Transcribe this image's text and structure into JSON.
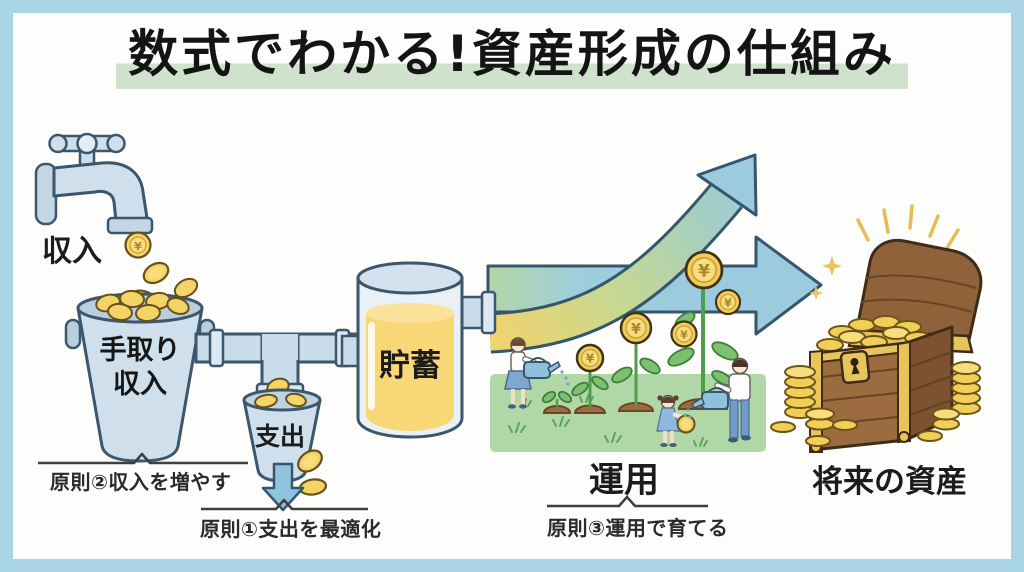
{
  "title": "数式でわかる!資産形成の仕組み",
  "labels": {
    "income": "収入",
    "take_home_line1": "手取り",
    "take_home_line2": "収入",
    "expense": "支出",
    "savings": "貯蓄",
    "investment": "運用",
    "future_assets": "将来の資産"
  },
  "principles": {
    "increase_income": "原則②収入を増やす",
    "optimize_expense": "原則①支出を最適化",
    "grow_with_investment": "原則③運用で育てる"
  },
  "symbols": {
    "yen": "¥"
  },
  "colors": {
    "frame_border": "#a9d4e6",
    "title_highlight": "#cfe3cc",
    "coin_gold": "#f6d76a",
    "plumbing_blue": "#cfe0ec",
    "savings_liquid": "#f8d876",
    "garden_green": "#b0d8a6",
    "arrow_blue": "#9ccade",
    "arrow_yellow": "#f2d36c",
    "arrow_green": "#b9d79f",
    "chest_wood": "#9c6b3f",
    "gold_trim": "#e8c55a",
    "outline_navy": "#35566b"
  }
}
